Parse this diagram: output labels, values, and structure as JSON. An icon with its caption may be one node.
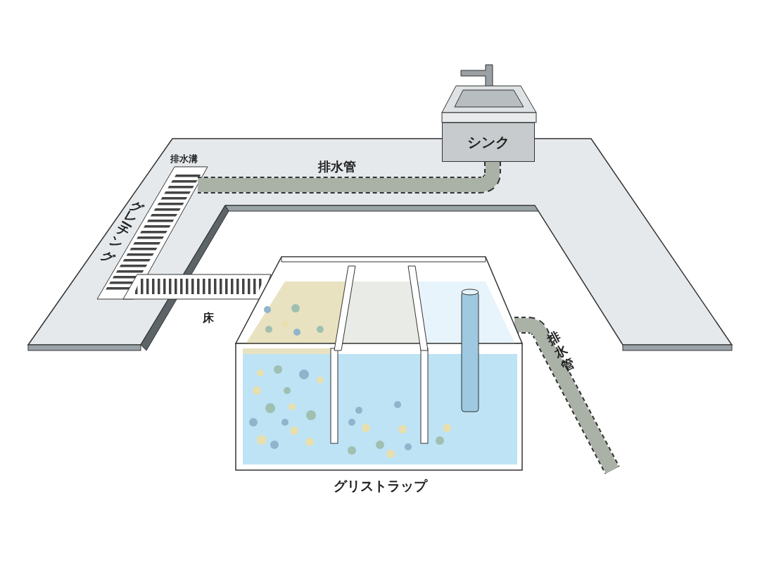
{
  "diagram": {
    "nodes": [
      {
        "text": [
          "シンク"
        ]
      },
      {
        "text": [
          "グリストラップ"
        ]
      },
      {
        "text": [],
        "shape": "picture",
        "beside": [
          "排水溝"
        ]
      }
    ],
    "edges": [
      {
        "from": 0,
        "to": 2,
        "arrow": "none"
      },
      {
        "from": 1,
        "to": null,
        "arrow": "none"
      }
    ],
    "labels": [
      "排水管",
      "グレーチング",
      "床",
      "排水管"
    ]
  }
}
